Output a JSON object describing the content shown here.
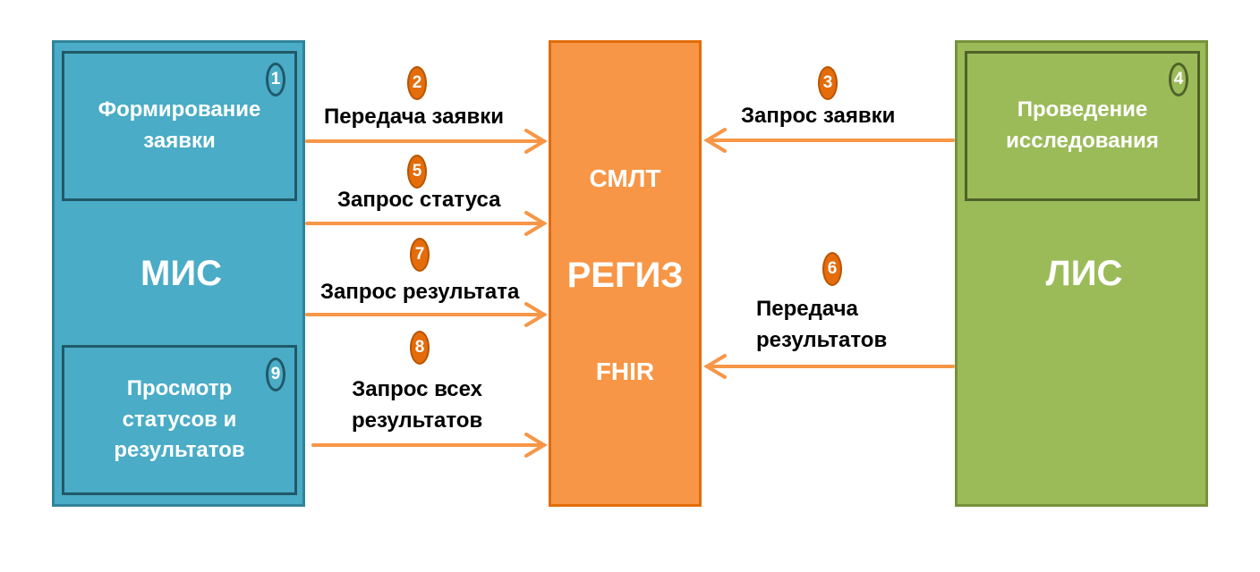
{
  "mis": {
    "title": "МИС",
    "top_block": {
      "text": "Формирование\nзаявки",
      "step": "1"
    },
    "bottom_block": {
      "text": "Просмотр\nстатусов и\nрезультатов",
      "step": "9"
    }
  },
  "regiz": {
    "top": "СМЛТ",
    "title": "РЕГИЗ",
    "bottom": "FHIR"
  },
  "lis": {
    "title": "ЛИС",
    "top_block": {
      "text": "Проведение\nисследования",
      "step": "4"
    }
  },
  "flows": [
    {
      "step": "2",
      "label": "Передача заявки"
    },
    {
      "step": "3",
      "label": "Запрос заявки"
    },
    {
      "step": "5",
      "label": "Запрос статуса"
    },
    {
      "step": "6",
      "label": "Передача\nрезультатов"
    },
    {
      "step": "7",
      "label": "Запрос результата"
    },
    {
      "step": "8",
      "label": "Запрос всех\nрезультатов"
    }
  ],
  "colors": {
    "mis": "#4aacc6",
    "regiz": "#f79646",
    "lis": "#9bbb59",
    "arrow": "#f79646",
    "step_badge": "#e46c0a"
  }
}
